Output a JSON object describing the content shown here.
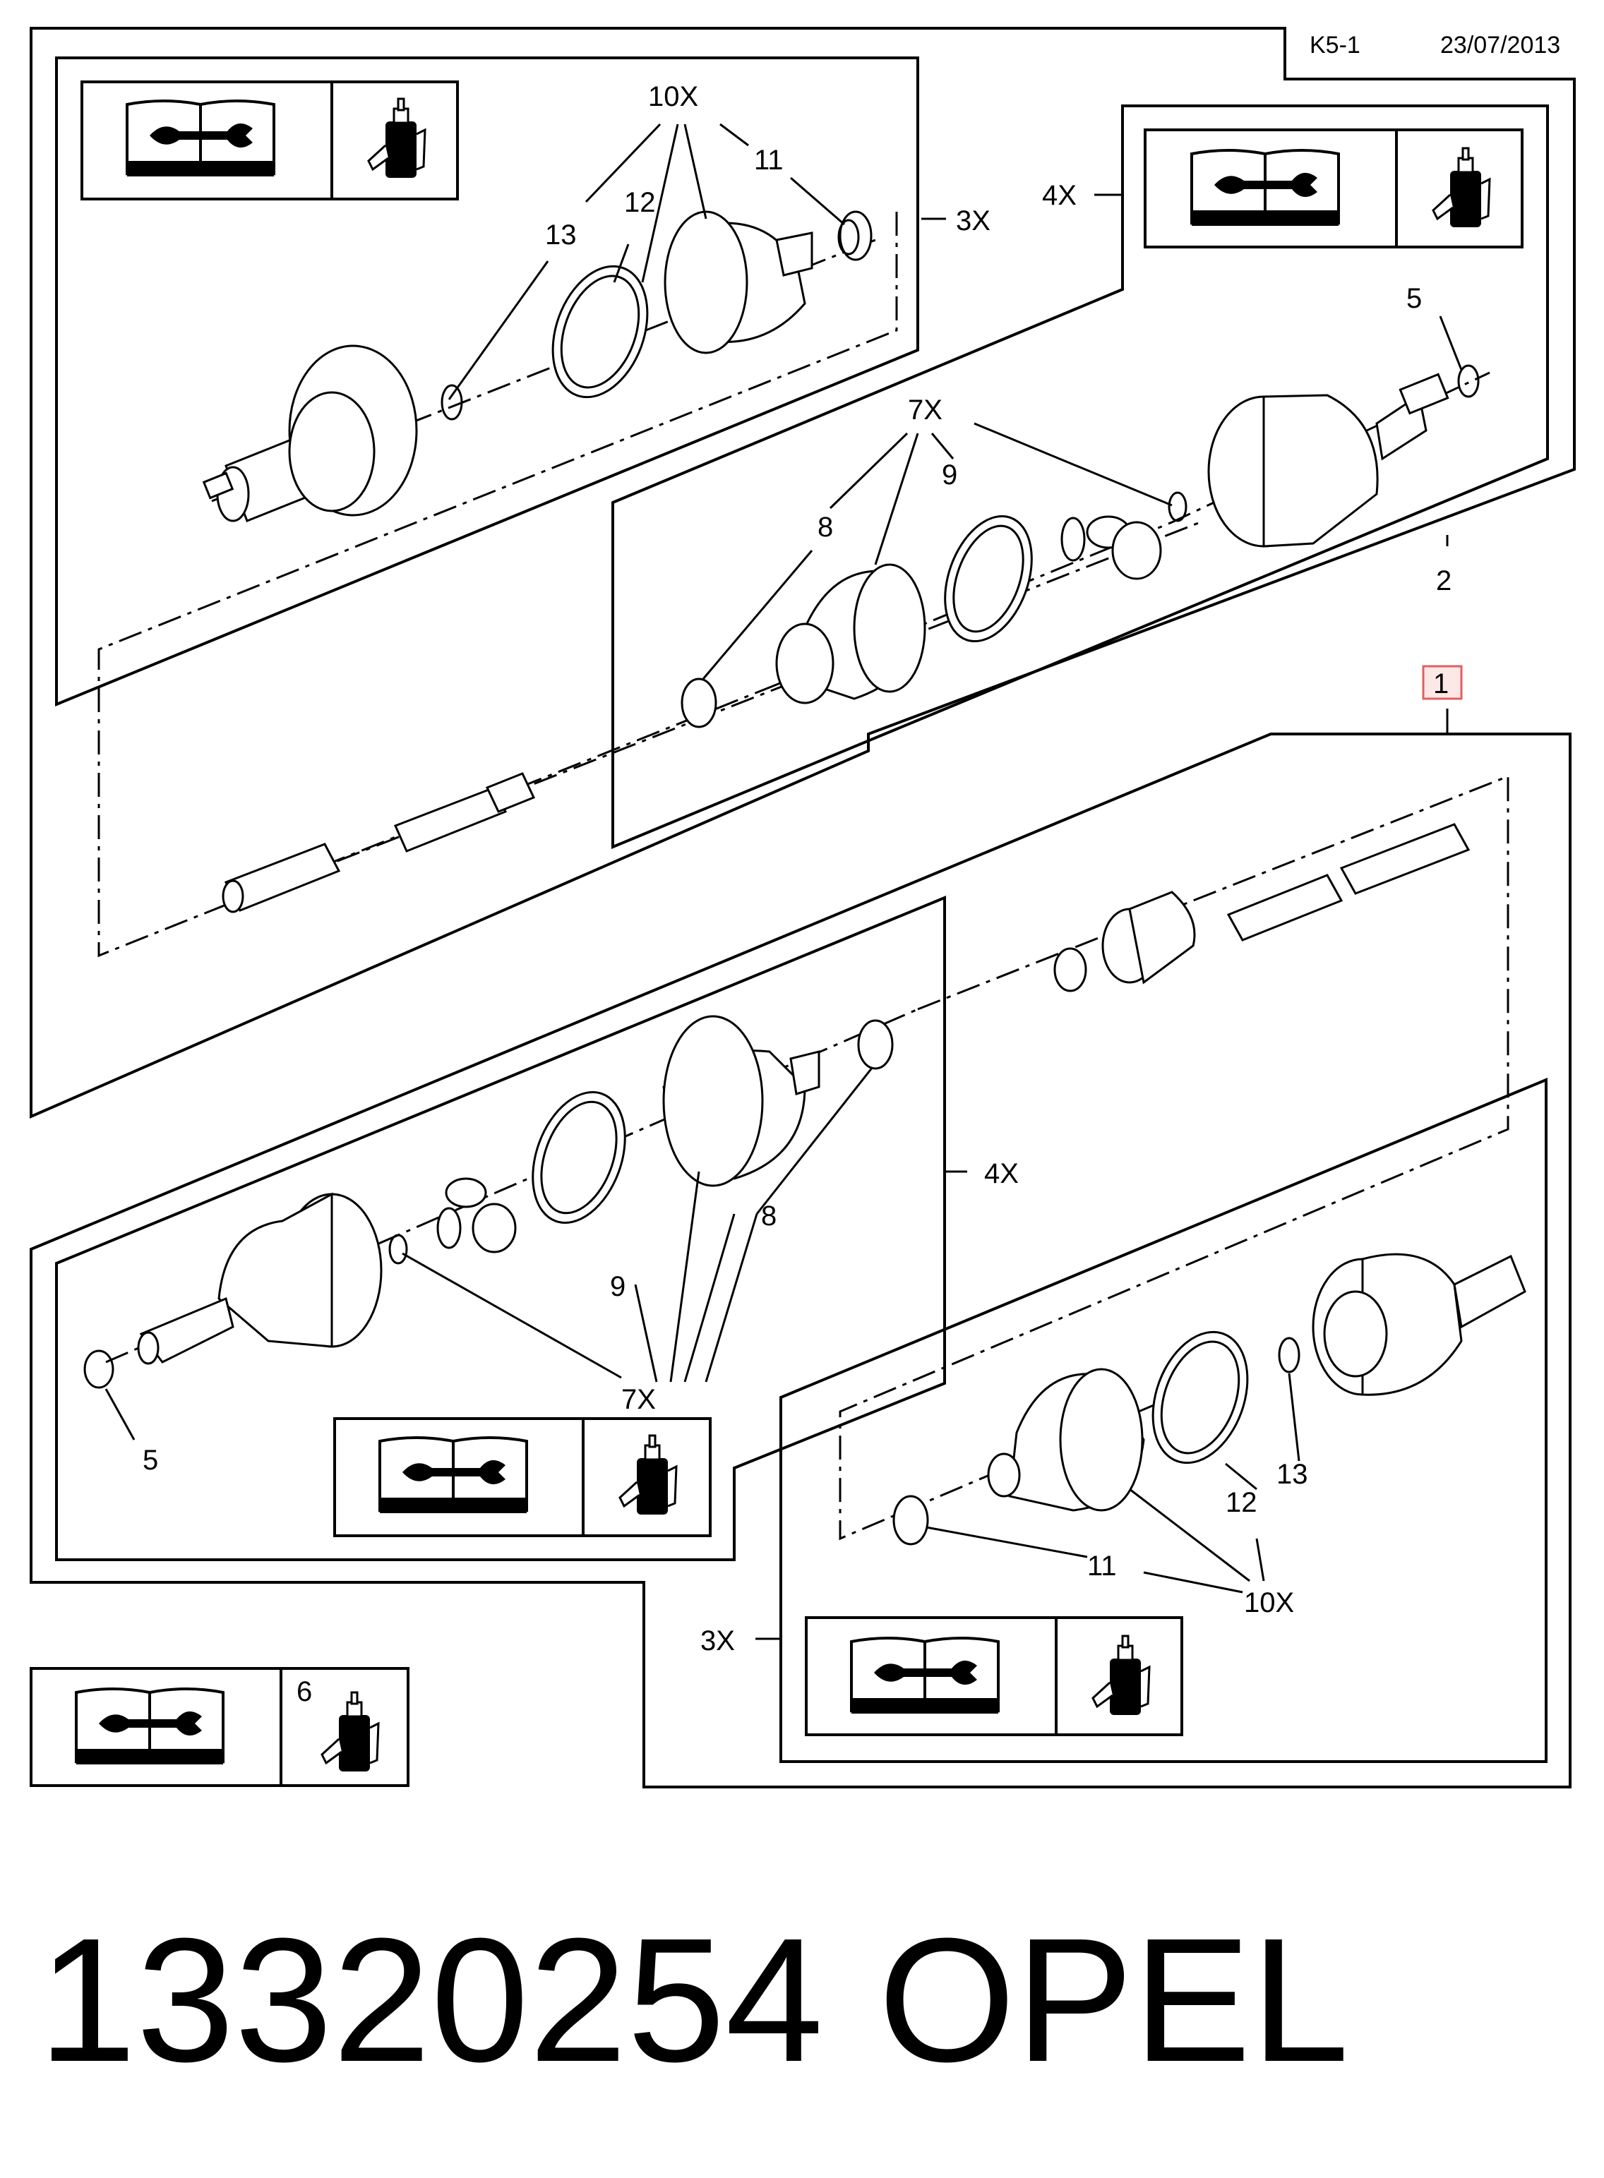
{
  "header": {
    "code": "K5-1",
    "date": "23/07/2013"
  },
  "footer": {
    "part_number": "13320254",
    "brand": "OPEL"
  },
  "callouts": {
    "upper_outer_joint": {
      "qty_kit": "10X",
      "boot_clamp": "11",
      "boot_ring": "12",
      "snap_ring": "13",
      "qty_box": "3X"
    },
    "upper_inner_joint": {
      "qty_box": "4X",
      "circlip": "5",
      "qty_kit": "7X",
      "boot_ring": "9",
      "boot_clamp": "8",
      "joint": "2"
    },
    "shaft": {
      "assembly": "1"
    },
    "lower_inner_joint": {
      "qty_box": "4X",
      "boot_clamp": "8",
      "boot_ring": "9",
      "qty_kit": "7X",
      "circlip": "5"
    },
    "lower_outer_joint": {
      "snap_ring": "13",
      "boot_ring": "12",
      "boot_clamp": "11",
      "qty_kit": "10X",
      "qty_box": "3X"
    },
    "grease": {
      "item": "6"
    }
  },
  "icons": {
    "manual": "service-manual-icon",
    "grease": "grease-tube-icon"
  },
  "colors": {
    "line": "#000000",
    "highlight": "#e06060",
    "background": "#ffffff"
  }
}
